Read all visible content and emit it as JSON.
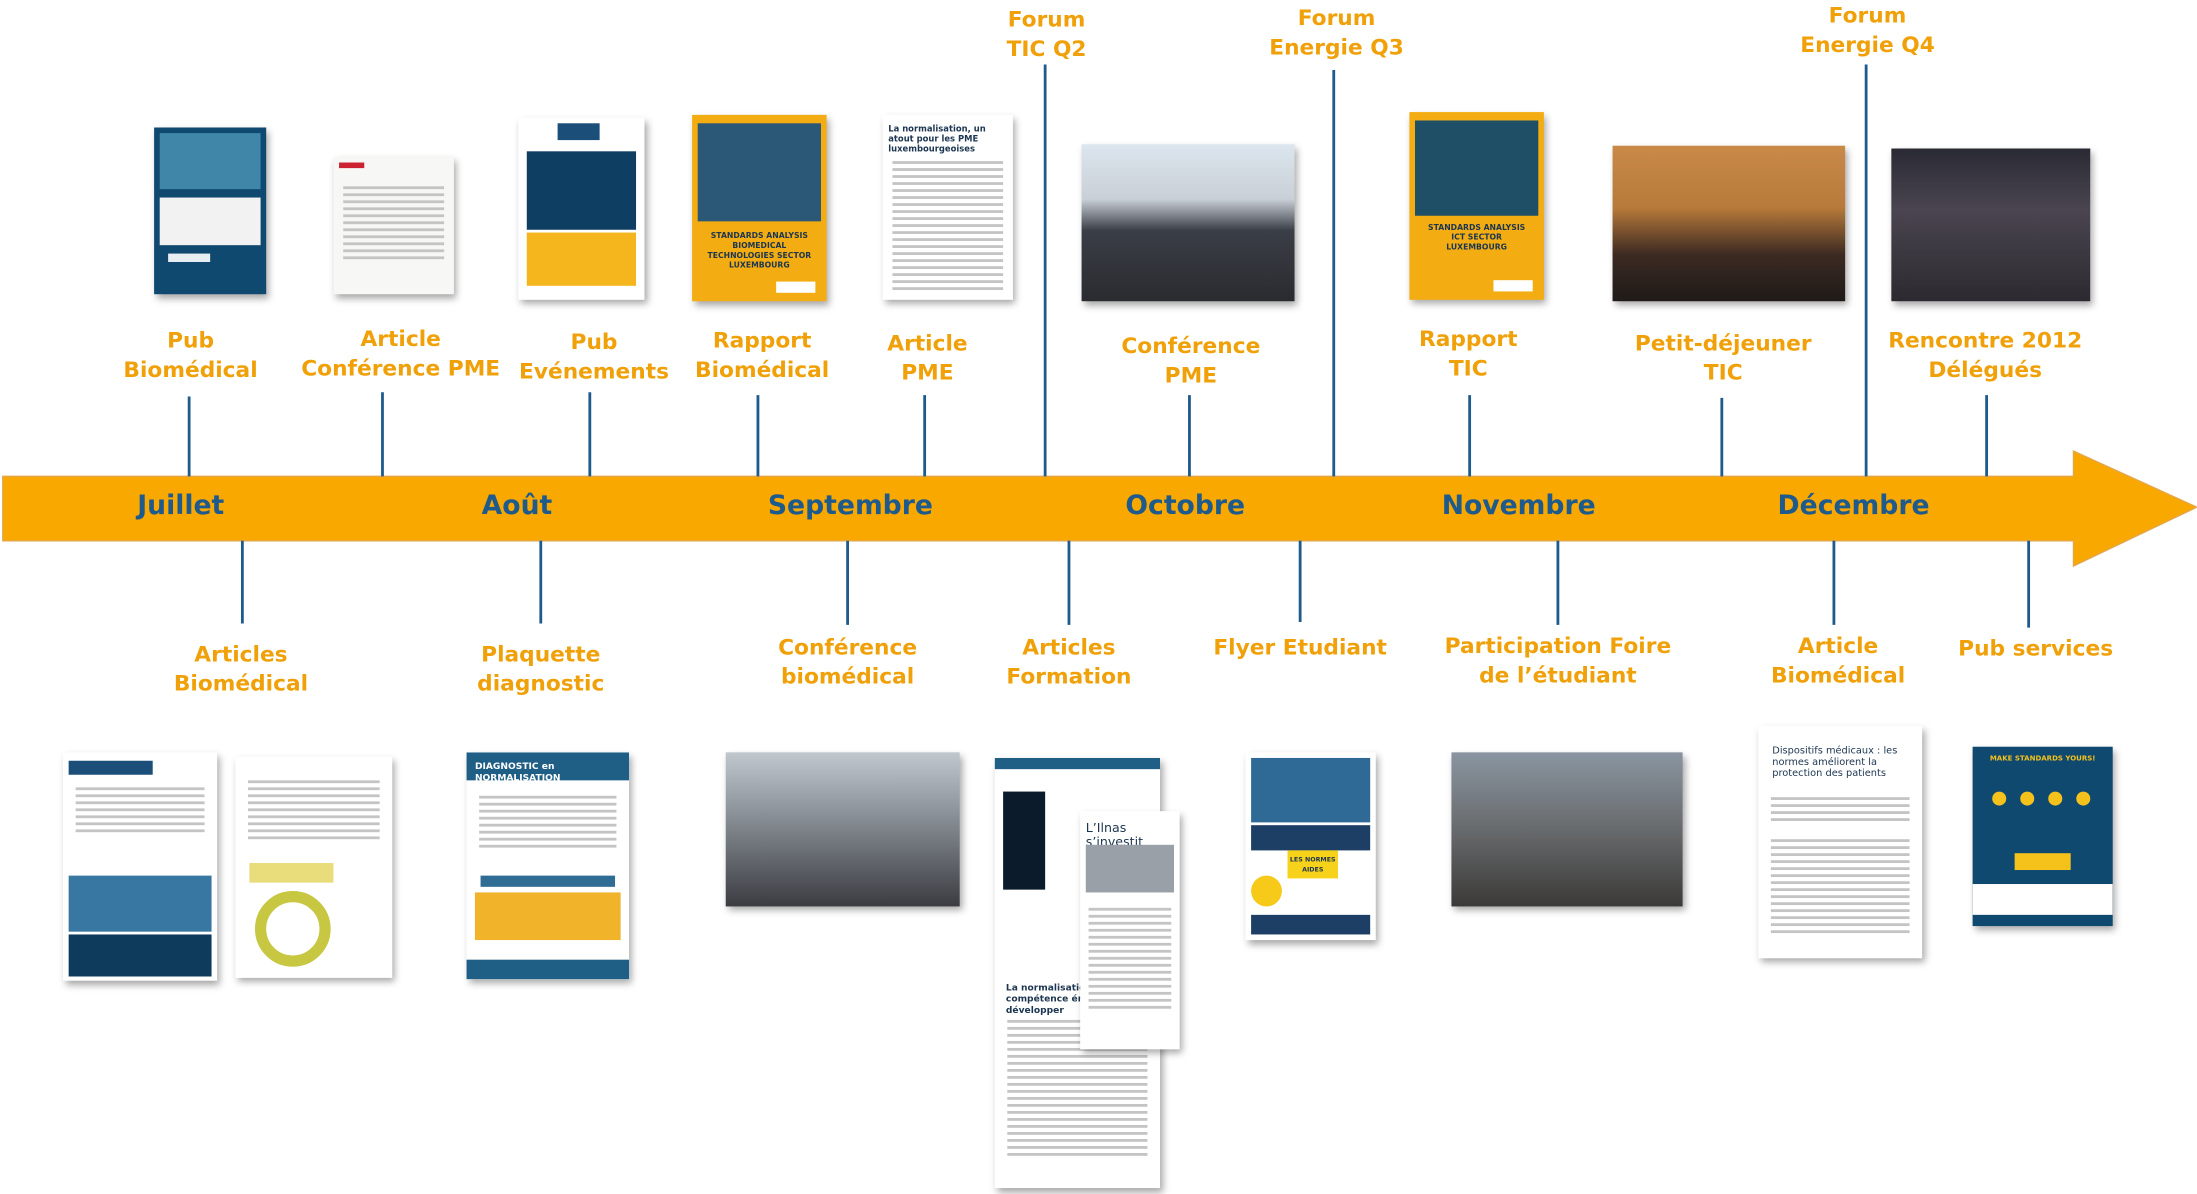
{
  "colors": {
    "arrow": "#f9a800",
    "label": "#f0a10a",
    "month": "#1e5a8c",
    "connector": "#1e5a8c"
  },
  "months": [
    "Juillet",
    "Août",
    "Septembre",
    "Octobre",
    "Novembre",
    "Décembre"
  ],
  "top_labels": {
    "pub_biomedical": "Pub\nBiomédical",
    "article_conference_pme": "Article\nConférence PME",
    "pub_evenements": "Pub\nEvénements",
    "rapport_biomedical": "Rapport\nBiomédical",
    "article_pme": "Article\nPME",
    "forum_tic_q2": "Forum\nTIC Q2",
    "conference_pme": "Conférence\nPME",
    "forum_energie_q3": "Forum\nEnergie Q3",
    "rapport_tic": "Rapport\nTIC",
    "petit_dejeuner_tic": "Petit-déjeuner\nTIC",
    "forum_energie_q4": "Forum\nEnergie Q4",
    "rencontre_2012": "Rencontre 2012\nDélégués"
  },
  "bottom_labels": {
    "articles_biomedical": "Articles\nBiomédical",
    "plaquette_diagnostic": "Plaquette\ndiagnostic",
    "conference_biomedical": "Conférence\nbiomédical",
    "articles_formation": "Articles\nFormation",
    "flyer_etudiant": "Flyer Etudiant",
    "participation_foire": "Participation Foire\nde l’étudiant",
    "article_biomedical": "Article\nBiomédical",
    "pub_services": "Pub services"
  },
  "thumb_text": {
    "article_pme_title": "La normalisation, un atout pour les PME luxembourgeoises",
    "diagnostic_title": "DIAGNOSTIC en NORMALISATION",
    "dispositifs_title": "Dispositifs médicaux : les normes améliorent la protection des patients",
    "ilnas_investit": "L’Ilnas s’investit",
    "competence_title": "La normalisation, une compétence émergente à développer",
    "std_bio": "STANDARDS ANALYSIS BIOMEDICAL TECHNOLOGIES SECTOR LUXEMBOURG",
    "std_ict": "STANDARDS ANALYSIS ICT SECTOR LUXEMBOURG",
    "make_standards": "MAKE STANDARDS YOURS!",
    "les_normes": "LES NORMES AIDES"
  }
}
